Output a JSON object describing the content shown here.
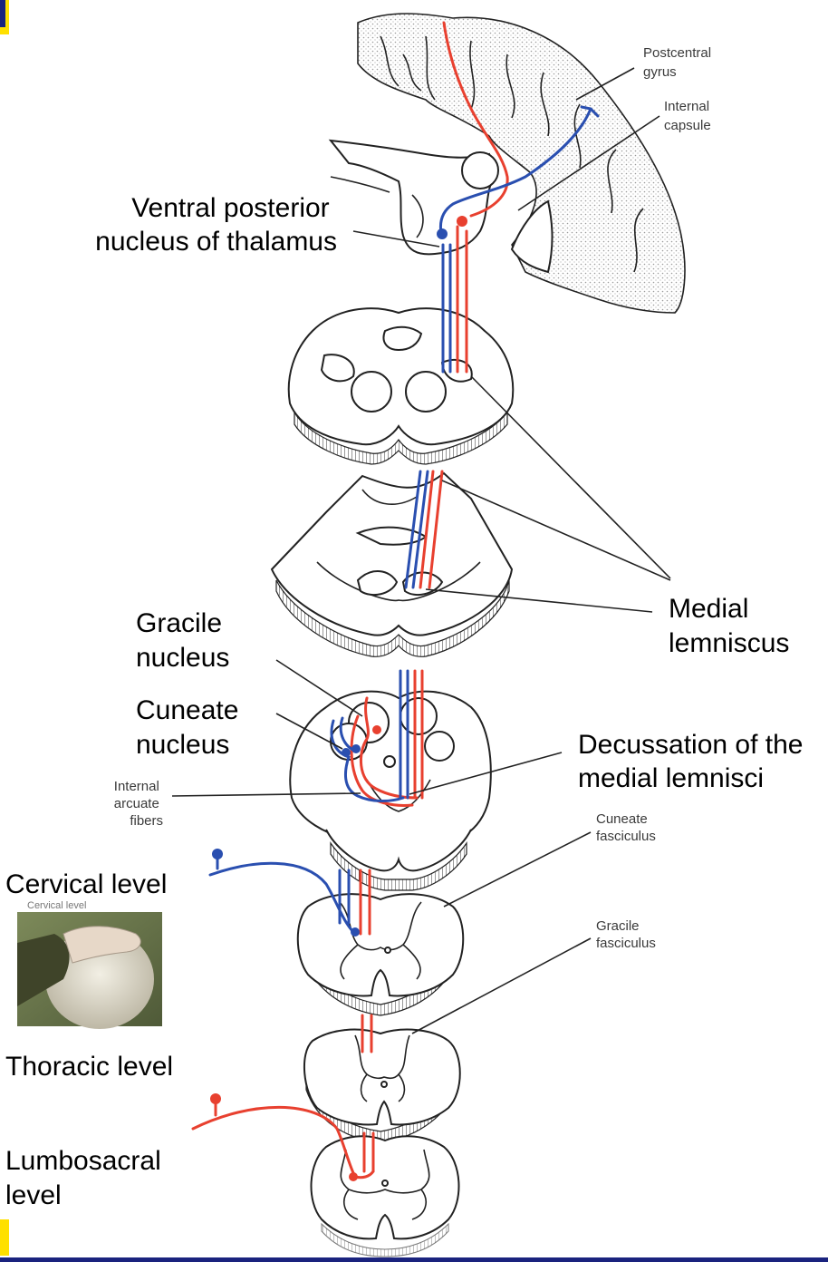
{
  "labels": {
    "postcentral_gyrus": [
      "Postcentral",
      "gyrus"
    ],
    "internal_capsule": [
      "Internal",
      "capsule"
    ],
    "vpn_thalamus": [
      "Ventral posterior",
      "nucleus of thalamus"
    ],
    "medial_lemniscus": [
      "Medial",
      "lemniscus"
    ],
    "gracile_nucleus": [
      "Gracile",
      "nucleus"
    ],
    "cuneate_nucleus": [
      "Cuneate",
      "nucleus"
    ],
    "decussation": [
      "Decussation of the",
      "medial lemnisci"
    ],
    "internal_arcuate": [
      "Internal",
      "arcuate",
      "fibers"
    ],
    "cuneate_fasciculus": [
      "Cuneate",
      "fasciculus"
    ],
    "gracile_fasciculus": [
      "Gracile",
      "fasciculus"
    ],
    "cervical_level": "Cervical level",
    "thoracic_level": "Thoracic level",
    "lumbosacral_level": [
      "Lumbosacral",
      "level"
    ]
  },
  "colors": {
    "upper_body_pathway": "#2a4fb0",
    "lower_body_pathway": "#e8402f",
    "slide_border": "#1a237e",
    "slide_accent": "#ffe000"
  },
  "icons": {
    "photo": "hand-on-ball-photo"
  }
}
